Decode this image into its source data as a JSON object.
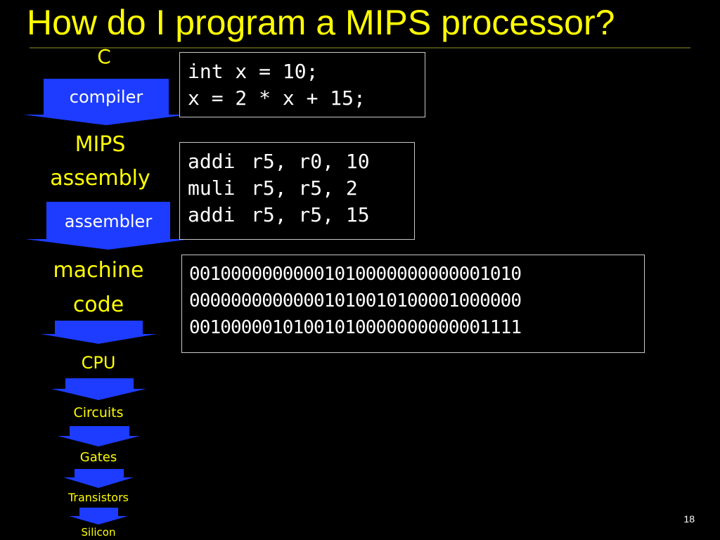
{
  "slide": {
    "title": "How do I program a MIPS processor?",
    "page_number": "18"
  },
  "colors": {
    "background": "#000000",
    "title": "#ffff00",
    "label": "#ffff00",
    "arrow": "#1d3cff",
    "code_text": "#ffffff",
    "box_border": "#c8c8c8"
  },
  "pipeline": {
    "c_label": "C",
    "compiler": "compiler",
    "mips_line1": "MIPS",
    "mips_line2": "assembly",
    "assembler": "assembler",
    "machine_line1": "machine",
    "machine_line2": "code",
    "cpu": "CPU",
    "circuits": "Circuits",
    "gates": "Gates",
    "transistors": "Transistors",
    "silicon": "Silicon"
  },
  "c_code": {
    "lines": [
      "int x = 10;",
      "x = 2 * x + 15;"
    ]
  },
  "assembly": {
    "lines": [
      {
        "op": "addi",
        "args": "r5, r0, 10"
      },
      {
        "op": "muli",
        "args": "r5, r5, 2"
      },
      {
        "op": "addi",
        "args": "r5, r5, 15"
      }
    ]
  },
  "machine_code": {
    "lines": [
      "00100000000001010000000000001010",
      "00000000000001010010100001000000",
      "00100000101001010000000000001111"
    ]
  }
}
